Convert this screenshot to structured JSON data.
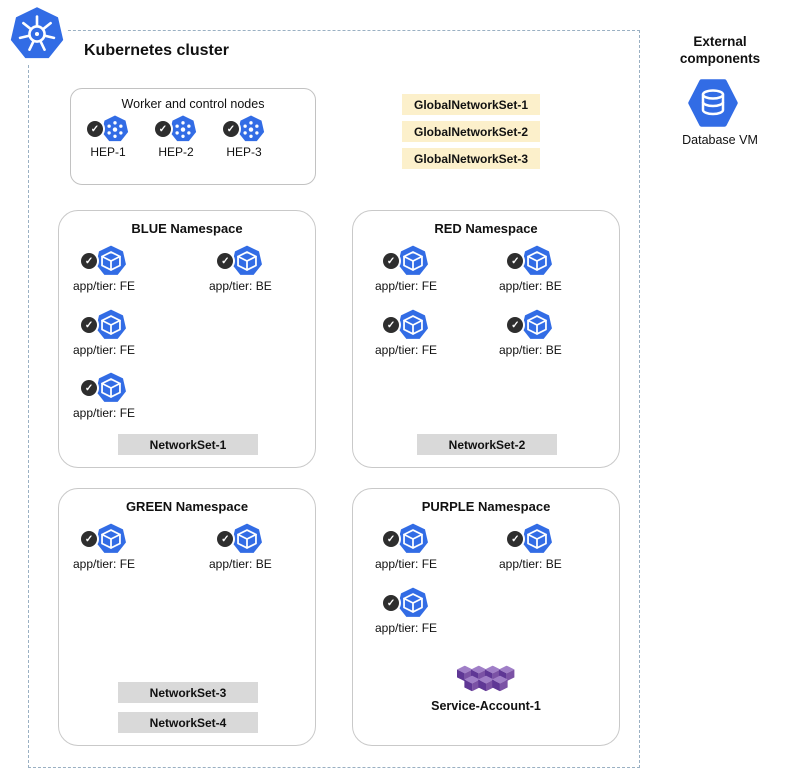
{
  "icons": {
    "check": "✓"
  },
  "colors": {
    "kubernetes_blue": "#326CE5",
    "global_network_set_bg": "#FCF0CB",
    "network_set_bg": "#D9D9D9",
    "service_account_purple": "#7B52A5",
    "check_circle": "#2E2E2E"
  },
  "cluster": {
    "title": "Kubernetes cluster",
    "nodes_box": {
      "title": "Worker and control nodes",
      "nodes": [
        {
          "label": "HEP-1"
        },
        {
          "label": "HEP-2"
        },
        {
          "label": "HEP-3"
        }
      ]
    },
    "global_network_sets": [
      {
        "label": "GlobalNetworkSet-1"
      },
      {
        "label": "GlobalNetworkSet-2"
      },
      {
        "label": "GlobalNetworkSet-3"
      }
    ],
    "namespaces": [
      {
        "title": "BLUE Namespace",
        "pods": [
          {
            "label": "app/tier: FE"
          },
          {
            "label": "app/tier: BE"
          },
          {
            "label": "app/tier: FE"
          },
          {
            "label": "app/tier: FE"
          }
        ],
        "network_sets": [
          {
            "label": "NetworkSet-1"
          }
        ]
      },
      {
        "title": "RED Namespace",
        "pods": [
          {
            "label": "app/tier: FE"
          },
          {
            "label": "app/tier: BE"
          },
          {
            "label": "app/tier: FE"
          },
          {
            "label": "app/tier: BE"
          }
        ],
        "network_sets": [
          {
            "label": "NetworkSet-2"
          }
        ]
      },
      {
        "title": "GREEN Namespace",
        "pods": [
          {
            "label": "app/tier: FE"
          },
          {
            "label": "app/tier: BE"
          }
        ],
        "network_sets": [
          {
            "label": "NetworkSet-3"
          },
          {
            "label": "NetworkSet-4"
          }
        ]
      },
      {
        "title": "PURPLE Namespace",
        "pods": [
          {
            "label": "app/tier: FE"
          },
          {
            "label": "app/tier: BE"
          },
          {
            "label": "app/tier: FE"
          }
        ],
        "service_account": {
          "label": "Service-Account-1"
        }
      }
    ]
  },
  "external": {
    "title": "External components",
    "items": [
      {
        "label": "Database VM"
      }
    ]
  }
}
